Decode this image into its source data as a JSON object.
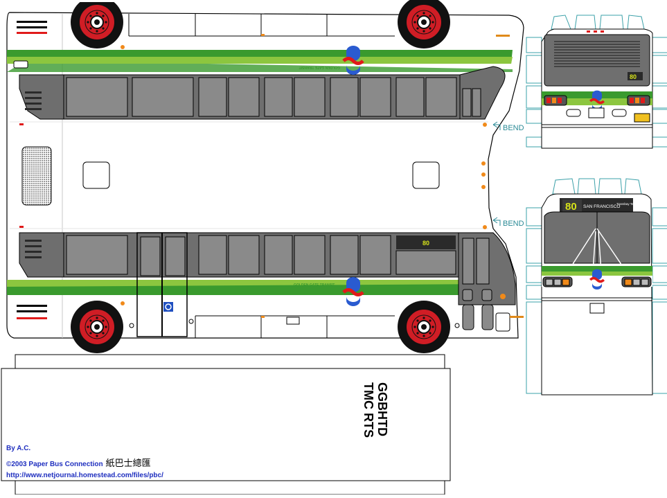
{
  "model": {
    "title_line1": "GGBHTD",
    "title_line2": "TMC RTS"
  },
  "credits": {
    "author": "By A.C.",
    "copyright": "©2003 Paper Bus Connection",
    "chinese_name": "紙巴士總匯",
    "url": "http://www.netjournal.homestead.com/files/pbc/"
  },
  "bus": {
    "fleet_label": "GOLDEN GATE TRANSIT",
    "route_number": "80",
    "destination": "SAN FRANCISCO",
    "destination_sub": "Transbay Terminal"
  },
  "fold_marks": {
    "bend_top": "BEND",
    "bend_bottom": "BEND"
  },
  "colors": {
    "livery_green": "#3a9a2e",
    "livery_light_green": "#8cc63f",
    "window_gray": "#8a8a8a",
    "body_gray": "#6f6f6f",
    "tab_teal": "#3aa0a8",
    "wheel_red": "#e0202a",
    "sign_amber": "#d6e21a",
    "credit_blue": "#1f2fbf"
  }
}
